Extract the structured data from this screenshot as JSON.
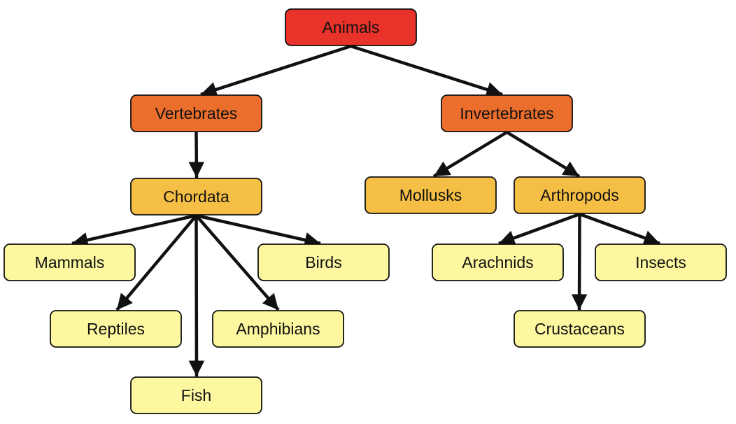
{
  "colors": {
    "level0": "#e8322a",
    "level1": "#ec6e2d",
    "level2": "#f5bf45",
    "level3": "#fdf8a0",
    "stroke": "#111111"
  },
  "nodes": [
    {
      "id": "animals",
      "label": "Animals",
      "level": 0
    },
    {
      "id": "vertebrates",
      "label": "Vertebrates",
      "level": 1
    },
    {
      "id": "invertebrates",
      "label": "Invertebrates",
      "level": 1
    },
    {
      "id": "chordata",
      "label": "Chordata",
      "level": 2
    },
    {
      "id": "mollusks",
      "label": "Mollusks",
      "level": 2
    },
    {
      "id": "arthropods",
      "label": "Arthropods",
      "level": 2
    },
    {
      "id": "mammals",
      "label": "Mammals",
      "level": 3
    },
    {
      "id": "birds",
      "label": "Birds",
      "level": 3
    },
    {
      "id": "reptiles",
      "label": "Reptiles",
      "level": 3
    },
    {
      "id": "amphibians",
      "label": "Amphibians",
      "level": 3
    },
    {
      "id": "fish",
      "label": "Fish",
      "level": 3
    },
    {
      "id": "arachnids",
      "label": "Arachnids",
      "level": 3
    },
    {
      "id": "insects",
      "label": "Insects",
      "level": 3
    },
    {
      "id": "crustaceans",
      "label": "Crustaceans",
      "level": 3
    }
  ],
  "edges": [
    [
      "animals",
      "vertebrates"
    ],
    [
      "animals",
      "invertebrates"
    ],
    [
      "vertebrates",
      "chordata"
    ],
    [
      "invertebrates",
      "mollusks"
    ],
    [
      "invertebrates",
      "arthropods"
    ],
    [
      "chordata",
      "mammals"
    ],
    [
      "chordata",
      "birds"
    ],
    [
      "chordata",
      "reptiles"
    ],
    [
      "chordata",
      "amphibians"
    ],
    [
      "chordata",
      "fish"
    ],
    [
      "arthropods",
      "arachnids"
    ],
    [
      "arthropods",
      "insects"
    ],
    [
      "arthropods",
      "crustaceans"
    ]
  ]
}
